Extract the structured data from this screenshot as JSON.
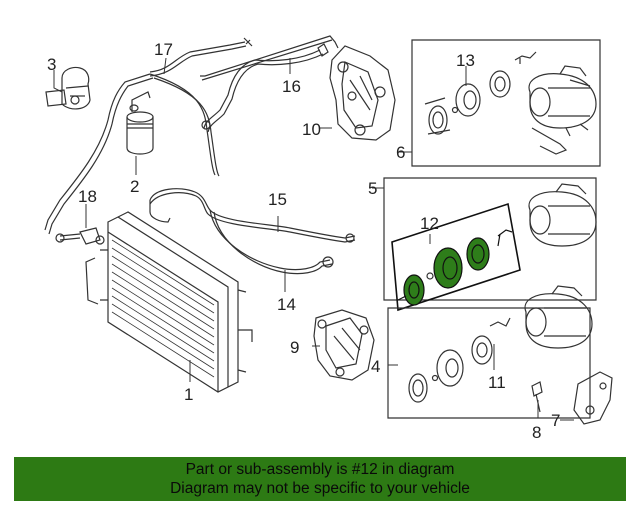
{
  "callouts": {
    "c1": "1",
    "c2": "2",
    "c3": "3",
    "c4": "4",
    "c5": "5",
    "c6": "6",
    "c7": "7",
    "c8": "8",
    "c9": "9",
    "c10": "10",
    "c11": "11",
    "c12": "12",
    "c13": "13",
    "c14": "14",
    "c15": "15",
    "c16": "16",
    "c17": "17",
    "c18": "18"
  },
  "banner": {
    "line1": "Part or sub-assembly is #12 in diagram",
    "line2": "Diagram may not be specific to your vehicle"
  },
  "colors": {
    "highlight_fill": "#2e7d1a",
    "banner_bg": "#2d7a14",
    "line": "#333333"
  }
}
